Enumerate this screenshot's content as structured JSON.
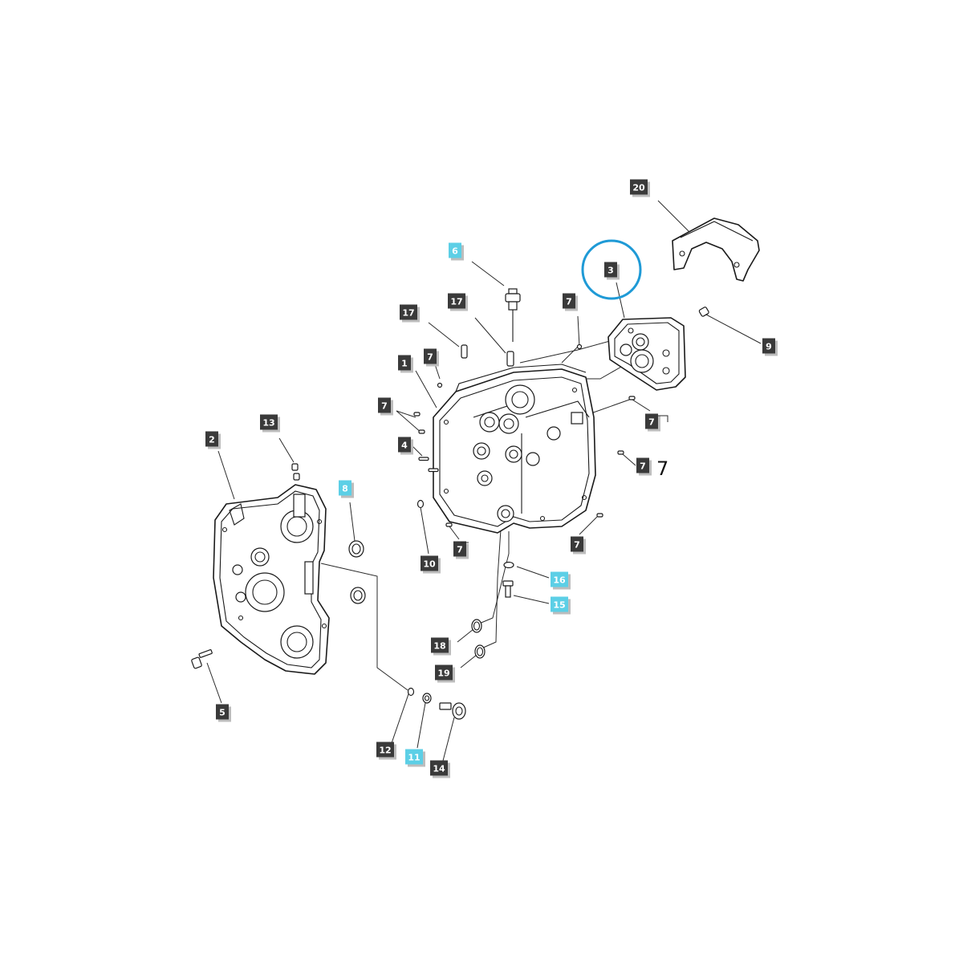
{
  "callouts": [
    {
      "id": "c20",
      "text": "20",
      "highlight": false
    },
    {
      "id": "c6",
      "text": "6",
      "highlight": true
    },
    {
      "id": "c3",
      "text": "3",
      "highlight": false
    },
    {
      "id": "c17a",
      "text": "17",
      "highlight": false
    },
    {
      "id": "c17b",
      "text": "17",
      "highlight": false
    },
    {
      "id": "c7a",
      "text": "7",
      "highlight": false
    },
    {
      "id": "c9",
      "text": "9",
      "highlight": false
    },
    {
      "id": "c7b",
      "text": "7",
      "highlight": false
    },
    {
      "id": "c1",
      "text": "1",
      "highlight": false
    },
    {
      "id": "c7c",
      "text": "7",
      "highlight": false
    },
    {
      "id": "c7d",
      "text": "7",
      "highlight": false
    },
    {
      "id": "c4",
      "text": "4",
      "highlight": false
    },
    {
      "id": "c13",
      "text": "13",
      "highlight": false
    },
    {
      "id": "c2",
      "text": "2",
      "highlight": false
    },
    {
      "id": "c8",
      "text": "8",
      "highlight": true
    },
    {
      "id": "c7e",
      "text": "7",
      "highlight": false
    },
    {
      "id": "c7f",
      "text": "7",
      "highlight": false
    },
    {
      "id": "c7g",
      "text": "7",
      "highlight": false
    },
    {
      "id": "c10",
      "text": "10",
      "highlight": false
    },
    {
      "id": "c16",
      "text": "16",
      "highlight": true
    },
    {
      "id": "c15",
      "text": "15",
      "highlight": true
    },
    {
      "id": "c18",
      "text": "18",
      "highlight": false
    },
    {
      "id": "c19",
      "text": "19",
      "highlight": false
    },
    {
      "id": "c5",
      "text": "5",
      "highlight": false
    },
    {
      "id": "c12",
      "text": "12",
      "highlight": false
    },
    {
      "id": "c11",
      "text": "11",
      "highlight": true
    },
    {
      "id": "c14",
      "text": "14",
      "highlight": false
    }
  ],
  "stray_text": {
    "extra_seven": "7"
  },
  "colors": {
    "label_dark": "#3a3a3a",
    "label_highlight": "#5ccfe6",
    "highlight_ring": "#1f9ad6"
  },
  "highlighted_part": "3"
}
